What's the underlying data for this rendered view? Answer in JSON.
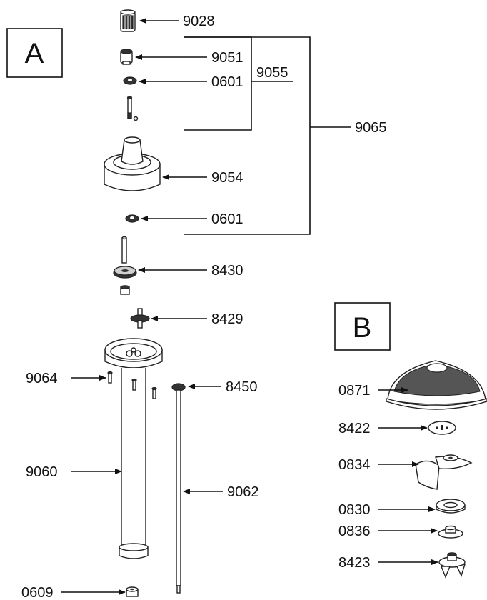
{
  "sections": {
    "a": "A",
    "b": "B"
  },
  "labels": {
    "p9028": "9028",
    "p9051": "9051",
    "p0601_top": "0601",
    "p9055": "9055",
    "p9065": "9065",
    "p9054": "9054",
    "p0601_bottom": "0601",
    "p8430": "8430",
    "p8429": "8429",
    "p8450": "8450",
    "p9064": "9064",
    "p9060": "9060",
    "p9062": "9062",
    "p0609": "0609",
    "p0871": "0871",
    "p8422": "8422",
    "p0834": "0834",
    "p0830": "0830",
    "p0836": "0836",
    "p8423": "8423"
  }
}
